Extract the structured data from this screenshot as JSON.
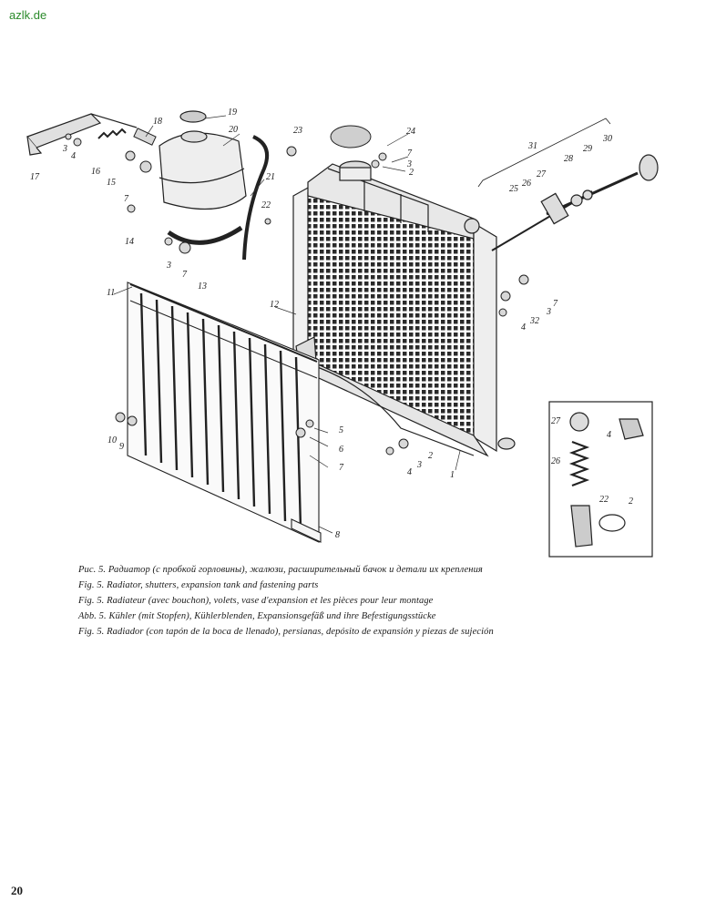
{
  "watermark": "azlk.de",
  "part_numbers": [
    "1",
    "2",
    "2",
    "2",
    "3",
    "3",
    "3",
    "3",
    "3",
    "4",
    "4",
    "4",
    "4",
    "5",
    "6",
    "7",
    "7",
    "7",
    "7",
    "7",
    "8",
    "9",
    "10",
    "11",
    "12",
    "13",
    "14",
    "15",
    "16",
    "17",
    "18",
    "19",
    "20",
    "21",
    "22",
    "22",
    "23",
    "24",
    "25",
    "26",
    "26",
    "27",
    "27",
    "28",
    "29",
    "30",
    "31",
    "32"
  ],
  "captions": {
    "ru": "Рис. 5. Радиатор (с пробкой горловины), жалюзи, расширительный бачок и детали их крепления",
    "en": "Fig. 5. Radiator, shutters, expansion tank and fastening parts",
    "fr": "Fig. 5. Radiateur (avec bouchon), volets, vase d'expansion et les pièces pour leur montage",
    "de": "Abb. 5. Kühler (mit Stopfen), Kühlerblenden, Expansionsgefäß und ihre Befestigungsstücke",
    "es": "Fig. 5. Radiador (con tapón de la boca de llenado), persianas, depósito de expansión y piezas de sujeción"
  },
  "page_number": "20"
}
